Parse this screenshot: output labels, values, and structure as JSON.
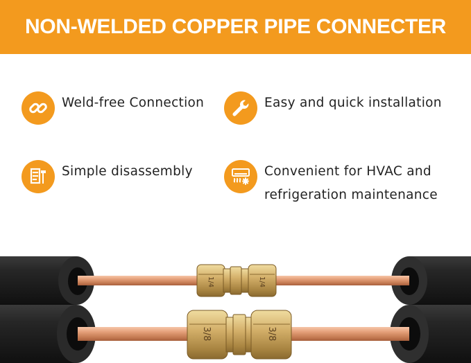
{
  "banner": {
    "title": "NON-WELDED COPPER PIPE CONNECTER"
  },
  "features": [
    {
      "icon": "chain-link-icon",
      "text": "Weld-free Connection"
    },
    {
      "icon": "wrench-icon",
      "text": "Easy and quick installation"
    },
    {
      "icon": "disassembly-tool-icon",
      "text": "Simple disassembly"
    },
    {
      "icon": "hvac-unit-icon",
      "line1": "Convenient for HVAC and",
      "line2": "refrigeration maintenance"
    }
  ],
  "fittings": {
    "small_mark": "1/4",
    "large_mark": "3/8"
  },
  "colors": {
    "accent": "#f39a1e",
    "text": "#222222",
    "copper": "#d9926e",
    "brass": "#c9a45a",
    "insulation": "#1f1f1f"
  }
}
